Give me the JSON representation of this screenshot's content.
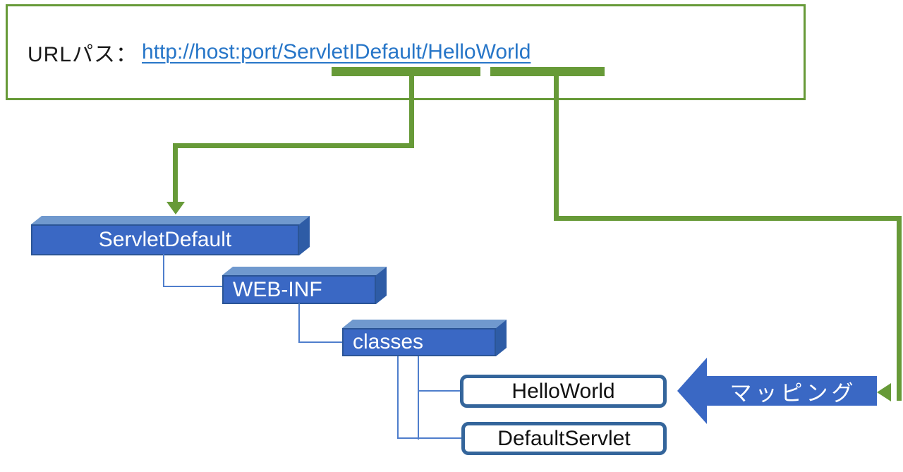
{
  "url_panel": {
    "label": "URLパス：",
    "link": "http://host:port/ServletIDefault/HelloWorld"
  },
  "folders": [
    {
      "label": "ServletDefault"
    },
    {
      "label": "WEB-INF"
    },
    {
      "label": "classes"
    }
  ],
  "servlets": [
    {
      "label": "HelloWorld"
    },
    {
      "label": "DefaultServlet"
    }
  ],
  "mapping_label": "マッピング",
  "colors": {
    "annotation_green": "#679A38",
    "link_blue": "#2776C8",
    "cube_face_blue": "#3A68C4",
    "cube_top_blue": "#7099CE",
    "cube_side_blue": "#2E5CA6",
    "cube_border_blue": "#2B5596",
    "leaf_border_blue": "#34659B",
    "connector_blue": "#4F7ECC",
    "mapping_arrow_blue": "#3A68C4"
  }
}
